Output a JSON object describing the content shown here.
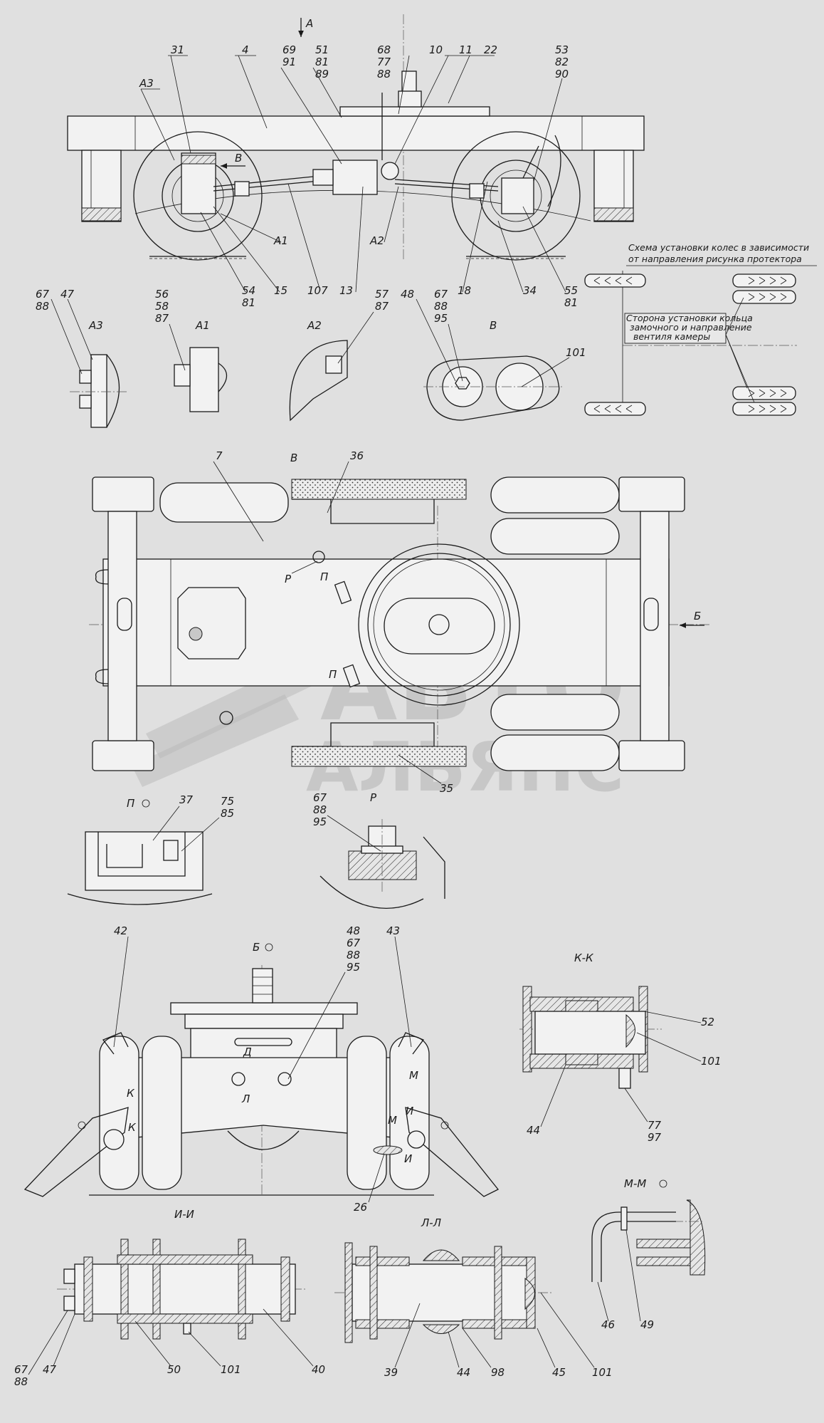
{
  "views": {
    "A": "А",
    "A1": "А1",
    "A2": "А2",
    "A3": "А3",
    "V": "В",
    "B_arrow": "В",
    "V_plan": "В",
    "B_side": "Б",
    "P_arrow": "П",
    "P_arrow2": "П",
    "R_mark": "Р",
    "P_view": "П",
    "R_view": "Р",
    "B_view": "Б",
    "KK": "К-К",
    "II": "И-И",
    "LL": "Л-Л",
    "MM": "М-М",
    "D": "Д",
    "K": "К",
    "M": "М",
    "I": "И",
    "L": "Л"
  },
  "callouts": {
    "c31": "31",
    "c4": "4",
    "c69": "69",
    "c91": "91",
    "c51": "51",
    "c81a": "81",
    "c89": "89",
    "c68": "68",
    "c77": "77",
    "c88a": "88",
    "c10": "10",
    "c11": "11",
    "c22": "22",
    "c53": "53",
    "c82": "82",
    "c90": "90",
    "c54": "54",
    "c81b": "81",
    "c15": "15",
    "c107": "107",
    "c13": "13",
    "c18": "18",
    "c34": "34",
    "c55": "55",
    "c81c": "81",
    "c67a": "67",
    "c88b": "88",
    "c47a": "47",
    "c56": "56",
    "c58": "58",
    "c87a": "87",
    "c57": "57",
    "c87b": "87",
    "c48a": "48",
    "c67b": "67",
    "c88c": "88",
    "c95a": "95",
    "c101a": "101",
    "c7": "7",
    "c36": "36",
    "c35": "35",
    "c37": "37",
    "c75": "75",
    "c85": "85",
    "c67c": "67",
    "c88d": "88",
    "c95b": "95",
    "c42": "42",
    "c48b": "48",
    "c67d": "67",
    "c88e": "88",
    "c95c": "95",
    "c43": "43",
    "c26": "26",
    "c52": "52",
    "c101b": "101",
    "c44a": "44",
    "c77b": "77",
    "c97": "97",
    "c67e": "67",
    "c88f": "88",
    "c47b": "47",
    "c50": "50",
    "c101c": "101",
    "c40": "40",
    "c39": "39",
    "c44b": "44",
    "c98": "98",
    "c45": "45",
    "c101d": "101",
    "c46": "46",
    "c49": "49"
  },
  "notes": {
    "scheme_title_1": "Схема установки колес в зависимости",
    "scheme_title_2": "от направления рисунка протектора",
    "ring_1": "Сторона установки кольца",
    "ring_2": "замочного и направление",
    "ring_3": "вентиля камеры"
  },
  "watermark": {
    "line1": "АВТО",
    "line2": "АЛЬЯНС"
  }
}
